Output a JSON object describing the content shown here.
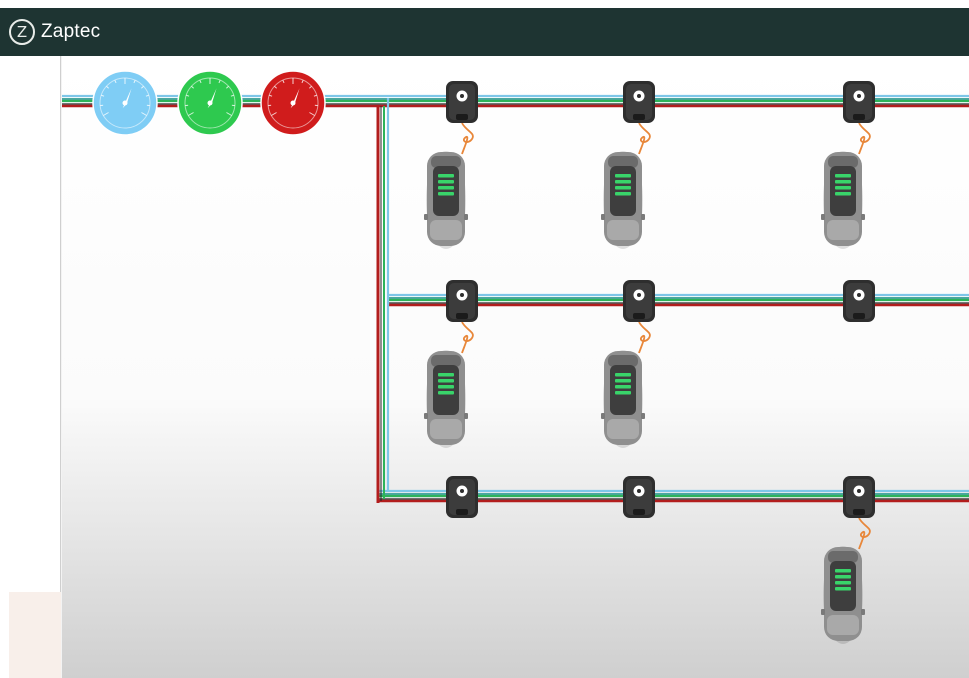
{
  "header": {
    "logo_glyph": "Z",
    "brand": "Zaptec"
  },
  "colors": {
    "topbar": "#1e3432",
    "cable_red": "#b21d1d",
    "cable_green": "#2db35a",
    "cable_blue": "#7ec6e8",
    "gauge_blue": "#7fcdf5",
    "gauge_green": "#2ec94f",
    "gauge_red": "#d01c1c",
    "charger": "#2e2e2e",
    "car": "#8f8f8f",
    "battery": "#39d46a",
    "charge_cable": "#e8873a"
  },
  "gauges": [
    {
      "name": "gauge-blue",
      "color": "#7fcdf5",
      "level": 0.6
    },
    {
      "name": "gauge-green",
      "color": "#2ec94f",
      "level": 0.6
    },
    {
      "name": "gauge-red",
      "color": "#d01c1c",
      "level": 0.6
    }
  ],
  "chargers": [
    {
      "row": 1,
      "col": 1,
      "car_connected": true
    },
    {
      "row": 1,
      "col": 2,
      "car_connected": true
    },
    {
      "row": 1,
      "col": 3,
      "car_connected": true
    },
    {
      "row": 2,
      "col": 1,
      "car_connected": true
    },
    {
      "row": 2,
      "col": 2,
      "car_connected": true
    },
    {
      "row": 2,
      "col": 3,
      "car_connected": false
    },
    {
      "row": 3,
      "col": 1,
      "car_connected": false
    },
    {
      "row": 3,
      "col": 2,
      "car_connected": false
    },
    {
      "row": 3,
      "col": 3,
      "car_connected": true
    }
  ]
}
